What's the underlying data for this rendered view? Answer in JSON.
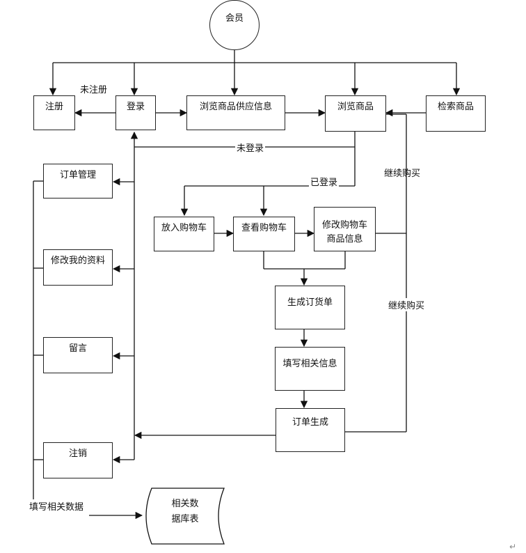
{
  "nodes": {
    "member": "会员",
    "register": "注册",
    "login": "登录",
    "browse_supply": "浏览商品供应信息",
    "browse_products": "浏览商品",
    "search_products": "检索商品",
    "order_management": "订单管理",
    "edit_profile": "修改我的资料",
    "message": "留言",
    "logout": "注销",
    "add_to_cart": "放入购物车",
    "view_cart": "查看购物车",
    "edit_cart_line1": "修改购物车",
    "edit_cart_line2": "商品信息",
    "generate_order": "生成订货单",
    "fill_info": "填写相关信息",
    "order_generated": "订单生成",
    "db_line1": "相关数",
    "db_line2": "据库表"
  },
  "labels": {
    "unregistered": "未注册",
    "not_logged_in": "未登录",
    "logged_in": "已登录",
    "continue_shopping_1": "继续购买",
    "continue_shopping_2": "继续购买",
    "fill_related_data": "填写相关数据"
  },
  "return_mark": "↵"
}
